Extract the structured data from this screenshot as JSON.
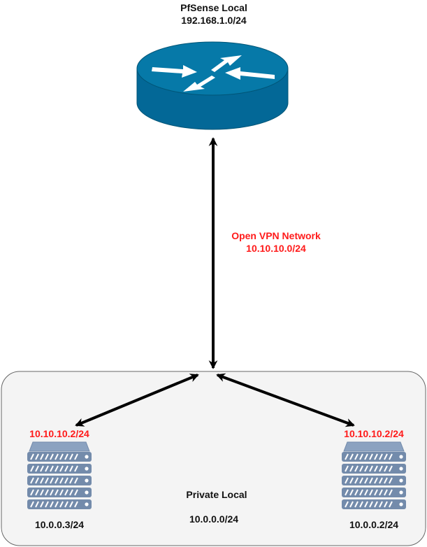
{
  "router": {
    "title": "PfSense Local",
    "subnet": "192.168.1.0/24",
    "icon": "router-icon"
  },
  "vpn": {
    "title": "Open VPN Network",
    "subnet": "10.10.10.0/24"
  },
  "private_group": {
    "title": "Private Local",
    "subnet": "10.0.0.0/24"
  },
  "servers": [
    {
      "vpn_ip": "10.10.10.2/24",
      "local_ip": "10.0.0.3/24",
      "icon": "server-icon"
    },
    {
      "vpn_ip": "10.10.10.2/24",
      "local_ip": "10.0.0.2/24",
      "icon": "server-icon"
    }
  ],
  "colors": {
    "router_fill": "#036897",
    "router_edge": "#005577",
    "vpn_text": "#ff1a1a",
    "server_fill": "#738bab",
    "group_fill": "#f4f4f4",
    "group_border": "#666666",
    "connector": "#000000"
  }
}
